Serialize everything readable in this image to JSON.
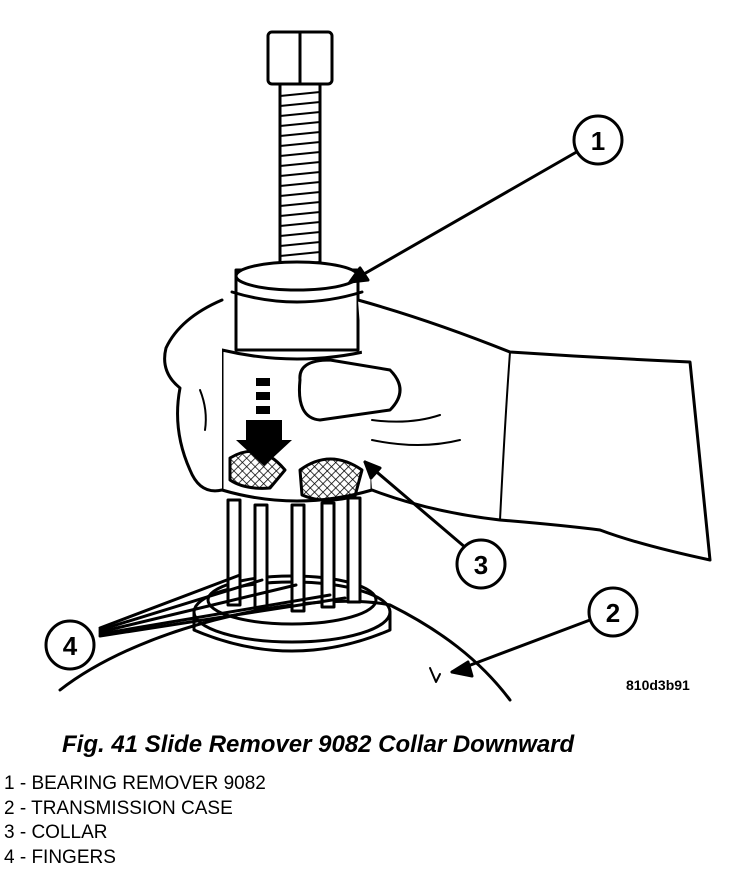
{
  "figure": {
    "code": "810d3b91",
    "caption": "Fig. 41 Slide Remover 9082 Collar Downward",
    "callouts": [
      "1",
      "2",
      "3",
      "4"
    ],
    "legend": [
      "1 - BEARING REMOVER 9082",
      "2 - TRANSMISSION CASE",
      "3 - COLLAR",
      "4 - FINGERS"
    ]
  }
}
